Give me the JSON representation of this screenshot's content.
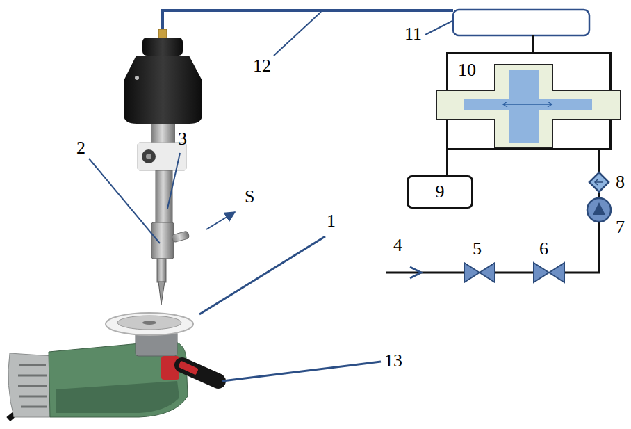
{
  "diagram": {
    "nodes": [
      {
        "text": [
          "10"
        ]
      },
      {
        "text": [
          "9"
        ]
      }
    ],
    "edges": [
      {
        "from": 0,
        "to": 1,
        "arrow": "none"
      }
    ],
    "labels": [
      "2",
      "3",
      "S",
      "1",
      "13",
      "12",
      "11",
      "8",
      "7",
      "6",
      "5",
      "4"
    ]
  }
}
